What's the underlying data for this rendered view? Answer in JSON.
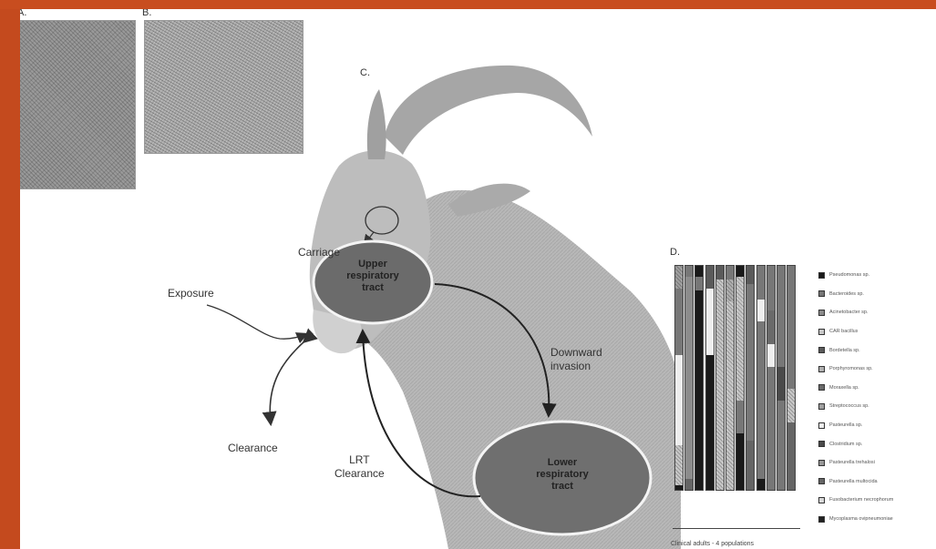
{
  "panels": {
    "a": "A.",
    "b": "B.",
    "c": "C.",
    "d": "D."
  },
  "diagram": {
    "upper_tract": [
      "Upper",
      "respiratory",
      "tract"
    ],
    "lower_tract": [
      "Lower",
      "respiratory",
      "tract"
    ],
    "carriage": "Carriage",
    "exposure": "Exposure",
    "clearance": "Clearance",
    "downward": [
      "Downward",
      "invasion"
    ],
    "lrt_clearance": [
      "LRT",
      "Clearance"
    ]
  },
  "chart_data": {
    "type": "bar",
    "stacked": true,
    "categories": [
      "",
      "",
      "",
      "",
      "",
      "",
      "",
      "",
      "",
      "",
      "",
      ""
    ],
    "legend": [
      "Pseudomonas sp.",
      "Bacteroides sp.",
      "Acinetobacter sp.",
      "CAR bacillus",
      "Bordetella sp.",
      "Porphyromonas sp.",
      "Moraxella sp.",
      "Streptococcus sp.",
      "Pasteurella sp.",
      "Clostridium sp.",
      "Pasteurella trehalosi",
      "Pasteurella multocida",
      "Fusobacterium necrophorum",
      "Mycoplasma ovipneumoniae"
    ],
    "bars": [
      [
        {
          "k": 7,
          "v": 10
        },
        {
          "k": 1,
          "v": 30
        },
        {
          "k": 8,
          "v": 40
        },
        {
          "k": 3,
          "v": 18
        },
        {
          "k": 0,
          "v": 2
        }
      ],
      [
        {
          "k": 1,
          "v": 5
        },
        {
          "k": 2,
          "v": 90
        },
        {
          "k": 11,
          "v": 5
        }
      ],
      [
        {
          "k": 0,
          "v": 5
        },
        {
          "k": 1,
          "v": 6
        },
        {
          "k": 0,
          "v": 89
        }
      ],
      [
        {
          "k": 4,
          "v": 10
        },
        {
          "k": 8,
          "v": 30
        },
        {
          "k": 0,
          "v": 60
        }
      ],
      [
        {
          "k": 4,
          "v": 6
        },
        {
          "k": 3,
          "v": 94
        }
      ],
      [
        {
          "k": 1,
          "v": 6
        },
        {
          "k": 5,
          "v": 10
        },
        {
          "k": 3,
          "v": 84
        }
      ],
      [
        {
          "k": 0,
          "v": 5
        },
        {
          "k": 3,
          "v": 55
        },
        {
          "k": 1,
          "v": 15
        },
        {
          "k": 0,
          "v": 25
        }
      ],
      [
        {
          "k": 4,
          "v": 8
        },
        {
          "k": 1,
          "v": 70
        },
        {
          "k": 11,
          "v": 22
        }
      ],
      [
        {
          "k": 1,
          "v": 15
        },
        {
          "k": 8,
          "v": 10
        },
        {
          "k": 1,
          "v": 70
        },
        {
          "k": 0,
          "v": 5
        }
      ],
      [
        {
          "k": 1,
          "v": 20
        },
        {
          "k": 6,
          "v": 15
        },
        {
          "k": 8,
          "v": 10
        },
        {
          "k": 1,
          "v": 55
        }
      ],
      [
        {
          "k": 1,
          "v": 45
        },
        {
          "k": 9,
          "v": 15
        },
        {
          "k": 1,
          "v": 40
        }
      ],
      [
        {
          "k": 1,
          "v": 55
        },
        {
          "k": 3,
          "v": 15
        },
        {
          "k": 11,
          "v": 30
        }
      ]
    ],
    "caption": "Clinical adults - 4 populations"
  },
  "colors": {
    "swatches": [
      "#1a1a1a",
      "#777777",
      "#8c8c8c",
      "#c8c8c8",
      "#5a5a5a",
      "#b0b0b0",
      "#6a6a6a",
      "#a0a0a0",
      "#eeeeee",
      "#4a4a4a",
      "#989898",
      "#656565",
      "#d8d8d8",
      "#222222"
    ]
  }
}
